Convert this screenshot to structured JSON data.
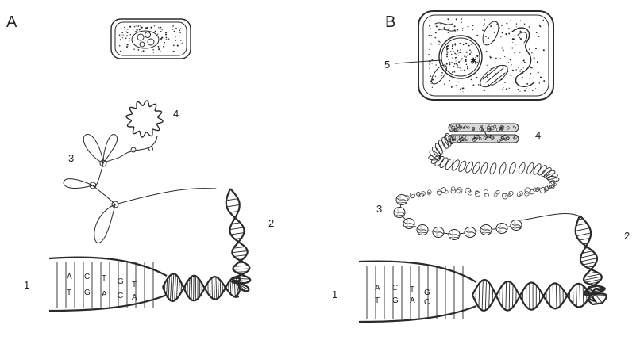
{
  "panels": [
    {
      "letter": "A",
      "labels": [
        "1",
        "2",
        "3",
        "4"
      ],
      "bases_top": [
        "A",
        "C",
        "T",
        "G",
        "T"
      ],
      "bases_bottom": [
        "T",
        "G",
        "A",
        "C",
        "A"
      ]
    },
    {
      "letter": "B",
      "labels": [
        "1",
        "2",
        "3",
        "4",
        "5"
      ],
      "bases_top": [
        "A",
        "C",
        "T",
        "G"
      ],
      "bases_bottom": [
        "T",
        "G",
        "A",
        "C"
      ]
    }
  ],
  "colors": {
    "ink": "#2a2a2a",
    "paper": "#ffffff",
    "shade": "#bdbdbd"
  }
}
